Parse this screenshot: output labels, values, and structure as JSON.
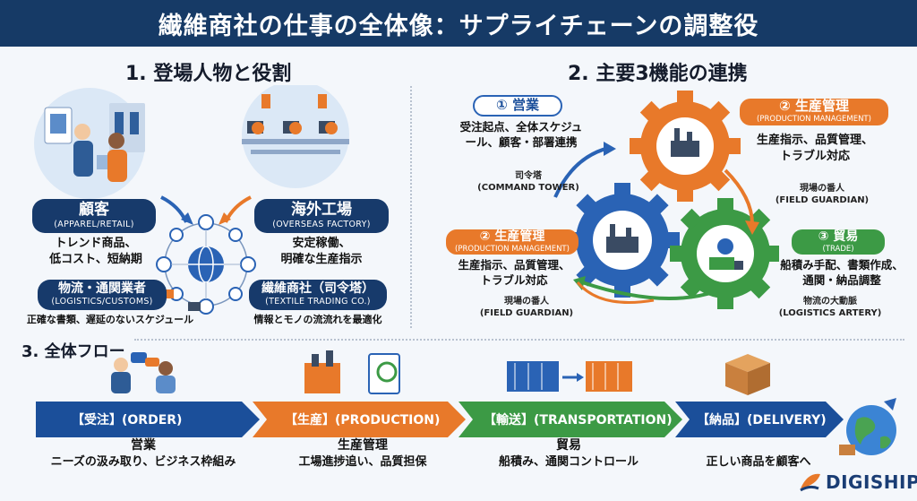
{
  "title": "繊維商社の仕事の全体像：サプライチェーンの調整役",
  "section1": {
    "heading": "1. 登場人物と役割",
    "customer": {
      "name": "顧客",
      "en": "(APPAREL/RETAIL)",
      "desc": "トレンド商品、\n低コスト、短納期"
    },
    "factory": {
      "name": "海外工場",
      "en": "(OVERSEAS FACTORY)",
      "desc": "安定稼働、\n明確な生産指示"
    },
    "logistics": {
      "name": "物流・通関業者",
      "en": "(LOGISTICS/CUSTOMS)",
      "desc": "正確な書類、遅延のないスケジュール"
    },
    "trading": {
      "name": "繊維商社（司令塔）",
      "en": "(TEXTILE TRADING CO.)",
      "desc": "情報とモノの流流れを最適化"
    }
  },
  "section2": {
    "heading": "2. 主要3機能の連携",
    "sales": {
      "label": "① 営業",
      "desc": "受注起点、全体スケジュ\nール、顧客・部署連携",
      "role": "司令塔\n(COMMAND TOWER)"
    },
    "production_top": {
      "label": "② 生産管理",
      "en": "(PRODUCTION MANAGEMENT)",
      "desc": "生産指示、品質管理、\nトラブル対応",
      "role": "現場の番人\n(FIELD GUARDIAN)"
    },
    "production_left": {
      "label": "② 生産管理",
      "en": "(PRODUCTION MANAGEMENT)",
      "desc": "生産指示、品質管理、\nトラブル対応",
      "role": "現場の番人\n(FIELD GUARDIAN)"
    },
    "trade": {
      "label": "③ 貿易",
      "en": "(TRADE)",
      "desc": "船積み手配、書類作成、\n通関・納品調整",
      "role": "物流の大動脈\n(LOGISTICS ARTERY)"
    }
  },
  "section3": {
    "heading": "3. 全体フロー",
    "steps": [
      {
        "label": "【受注】(ORDER)",
        "role": "営業",
        "desc": "ニーズの汲み取り、ビジネス枠組み",
        "color": "#1b4f9a"
      },
      {
        "label": "【生産】(PRODUCTION)",
        "role": "生産管理",
        "desc": "工場進捗追い、品質担保",
        "color": "#e8792a"
      },
      {
        "label": "【輸送】(TRANSPORTATION)",
        "role": "貿易",
        "desc": "船積み、通関コントロール",
        "color": "#3c9a45"
      },
      {
        "label": "【納品】(DELIVERY)",
        "role": "",
        "desc": "正しい商品を顧客へ",
        "color": "#1b4f9a"
      }
    ]
  },
  "logo": "DIGISHIP",
  "colors": {
    "navy": "#163a66",
    "blue": "#1b4f9a",
    "orange": "#e8792a",
    "green": "#3c9a45"
  }
}
